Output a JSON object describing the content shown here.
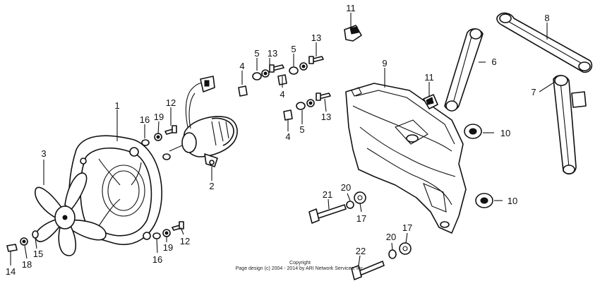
{
  "callouts": [
    "1",
    "2",
    "3",
    "4",
    "4",
    "4",
    "5",
    "5",
    "5",
    "6",
    "7",
    "8",
    "9",
    "10",
    "10",
    "11",
    "11",
    "12",
    "12",
    "13",
    "13",
    "13",
    "14",
    "15",
    "16",
    "16",
    "17",
    "17",
    "18",
    "19",
    "19",
    "20",
    "20",
    "21",
    "22"
  ],
  "copyright": {
    "line1": "Copyright",
    "line2": "Page design (c) 2004 - 2014 by ARI Network Services, Inc."
  }
}
